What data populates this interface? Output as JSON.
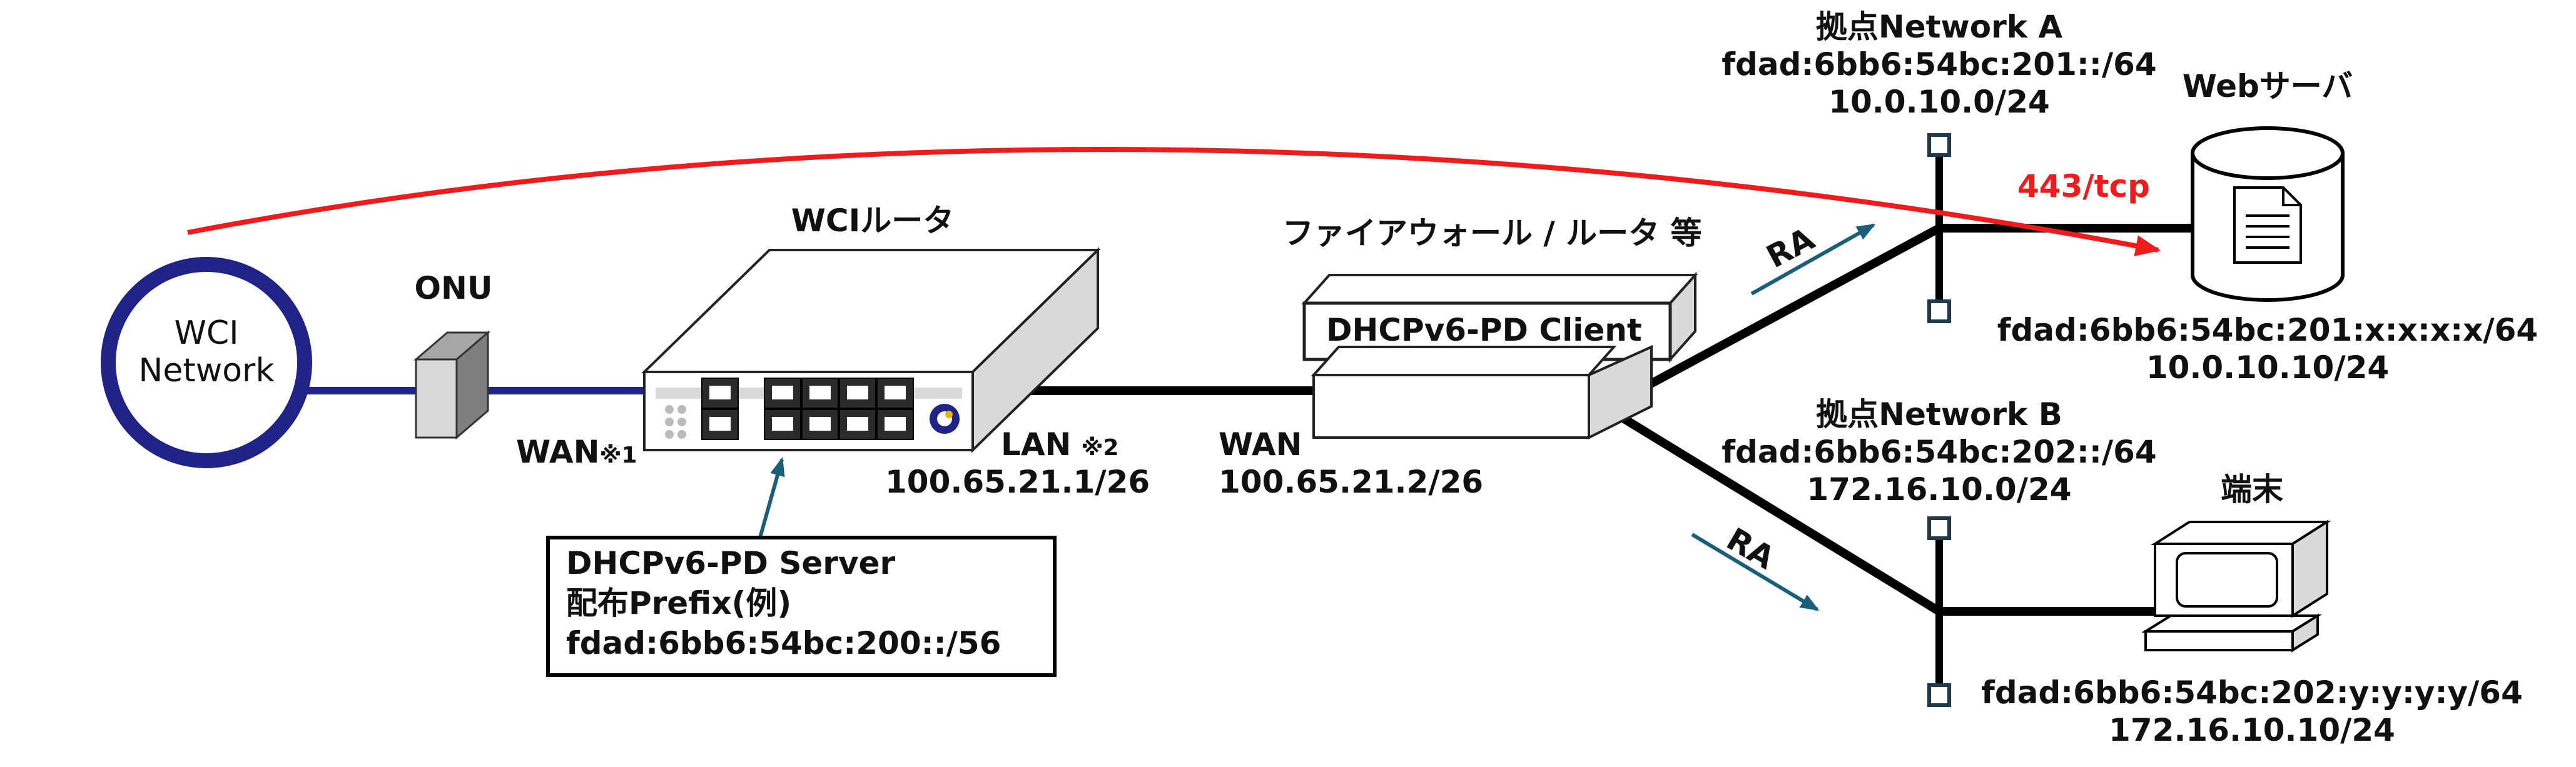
{
  "cloud": {
    "line1": "WCI",
    "line2": "Network"
  },
  "onu": {
    "label": "ONU"
  },
  "wci_router": {
    "label": "WCIルータ"
  },
  "wan_left": {
    "label": "WAN",
    "note": "※1"
  },
  "lan": {
    "label": "LAN",
    "note": "※2",
    "ip": "100.65.21.1/26"
  },
  "dhcp_server": {
    "line1": "DHCPv6-PD Server",
    "line2": "配布Prefix(例)",
    "line3": "fdad:6bb6:54bc:200::/56"
  },
  "firewall": {
    "label": "ファイアウォール / ルータ 等",
    "client_label": "DHCPv6-PD Client"
  },
  "wan_right": {
    "label": "WAN",
    "ip": "100.65.21.2/26"
  },
  "network_a": {
    "name": "拠点Network A",
    "prefix": "fdad:6bb6:54bc:201::/64",
    "ipv4": "10.0.10.0/24"
  },
  "network_b": {
    "name": "拠点Network B",
    "prefix": "fdad:6bb6:54bc:202::/64",
    "ipv4": "172.16.10.0/24"
  },
  "ra_top": {
    "label": "RA"
  },
  "ra_bottom": {
    "label": "RA"
  },
  "web_server": {
    "label": "Webサーバ",
    "port": "443/tcp",
    "ipv6": "fdad:6bb6:54bc:201:x:x:x:x/64",
    "ipv4": "10.0.10.10/24"
  },
  "terminal": {
    "label": "端末",
    "ipv6": "fdad:6bb6:54bc:202:y:y:y:y/64",
    "ipv4": "172.16.10.10/24"
  },
  "colors": {
    "navy": "#1f2486",
    "red": "#ee1c1c",
    "teal": "#1a5f7a",
    "device_gray": "#d9d9d9"
  }
}
